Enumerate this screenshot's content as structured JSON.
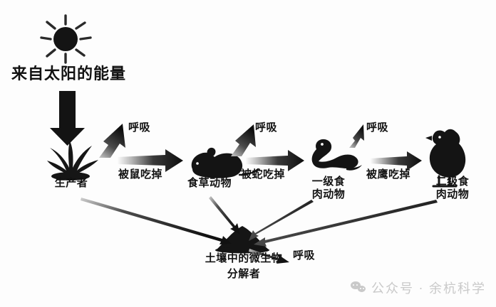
{
  "diagram": {
    "title_text": "来自太阳的能量",
    "nodes": [
      {
        "id": "sun",
        "icon": "sun-icon",
        "label": ""
      },
      {
        "id": "producer",
        "icon": "grass-icon",
        "label": "生产者"
      },
      {
        "id": "herbivore",
        "icon": "mouse-icon",
        "label": "食草动物"
      },
      {
        "id": "carnivore1",
        "icon": "snake-icon",
        "label_line1": "一级食",
        "label_line2": "肉动物"
      },
      {
        "id": "carnivore2",
        "icon": "eagle-icon",
        "label_line1": "二级食",
        "label_line2": "肉动物"
      },
      {
        "id": "decomposer",
        "icon": "soil-mound-icon",
        "label_line1": "土壤中的微生物",
        "label_line2": "分解者"
      }
    ],
    "edges": [
      {
        "id": "eaten-by-mouse",
        "label": "被鼠吃掉"
      },
      {
        "id": "eaten-by-snake",
        "label": "被蛇吃掉"
      },
      {
        "id": "eaten-by-eagle",
        "label": "被鹰吃掉"
      }
    ],
    "respiration": [
      {
        "id": "resp-producer",
        "label": "呼吸"
      },
      {
        "id": "resp-herbivore",
        "label": "呼吸"
      },
      {
        "id": "resp-carnivore1",
        "label": "呼吸"
      },
      {
        "id": "resp-decomposer",
        "label": "呼吸"
      }
    ]
  },
  "watermark": {
    "text": "公众号 · 余杭科学",
    "icon": "wechat-icon",
    "color": "#c9c9c9"
  },
  "colors": {
    "ink": "#121212",
    "background": "#fdfdfd",
    "watermark": "#c9c9c9"
  }
}
